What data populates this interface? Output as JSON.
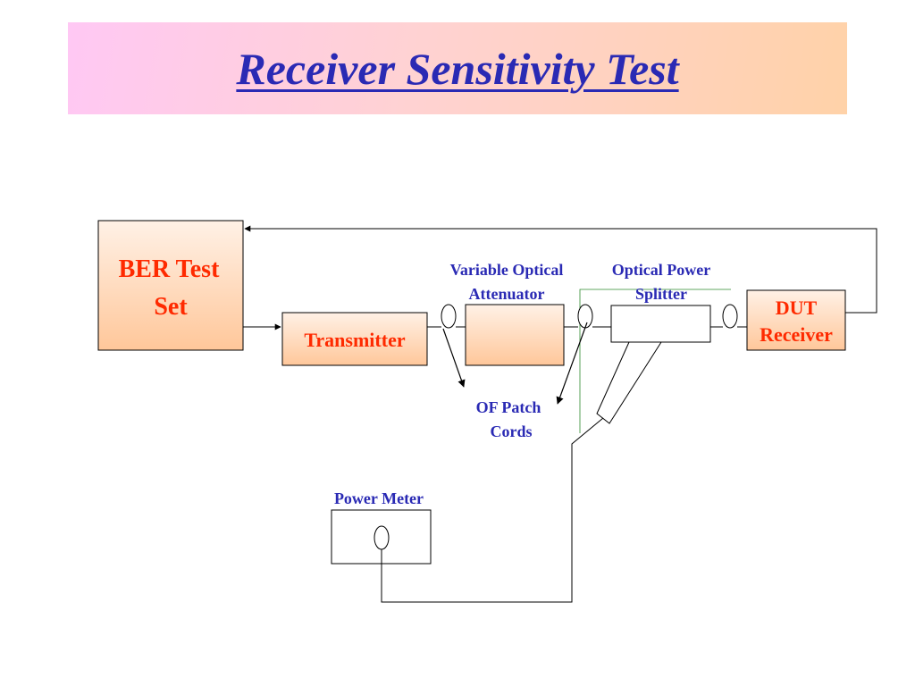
{
  "title": "Receiver Sensitivity Test",
  "blocks": {
    "ber_test_set": {
      "line1": "BER Test",
      "line2": "Set"
    },
    "transmitter": {
      "label": "Transmitter"
    },
    "dut_receiver": {
      "line1": "DUT",
      "line2": "Receiver"
    }
  },
  "labels": {
    "variable_optical_attenuator": {
      "line1": "Variable Optical",
      "line2": "Attenuator"
    },
    "optical_power_splitter": {
      "line1": "Optical Power",
      "line2": "Splitter"
    },
    "of_patch_cords": {
      "line1": "OF Patch",
      "line2": "Cords"
    },
    "power_meter": "Power Meter"
  },
  "colors": {
    "title_text": "#2a2ab4",
    "block_label": "#ff2a00",
    "annotation": "#2a2ab4",
    "block_fill_top": "#fff1e6",
    "block_fill_bottom": "#ffc79a",
    "title_banner_left": "#ffc8f4",
    "title_banner_right": "#ffd2a8"
  }
}
